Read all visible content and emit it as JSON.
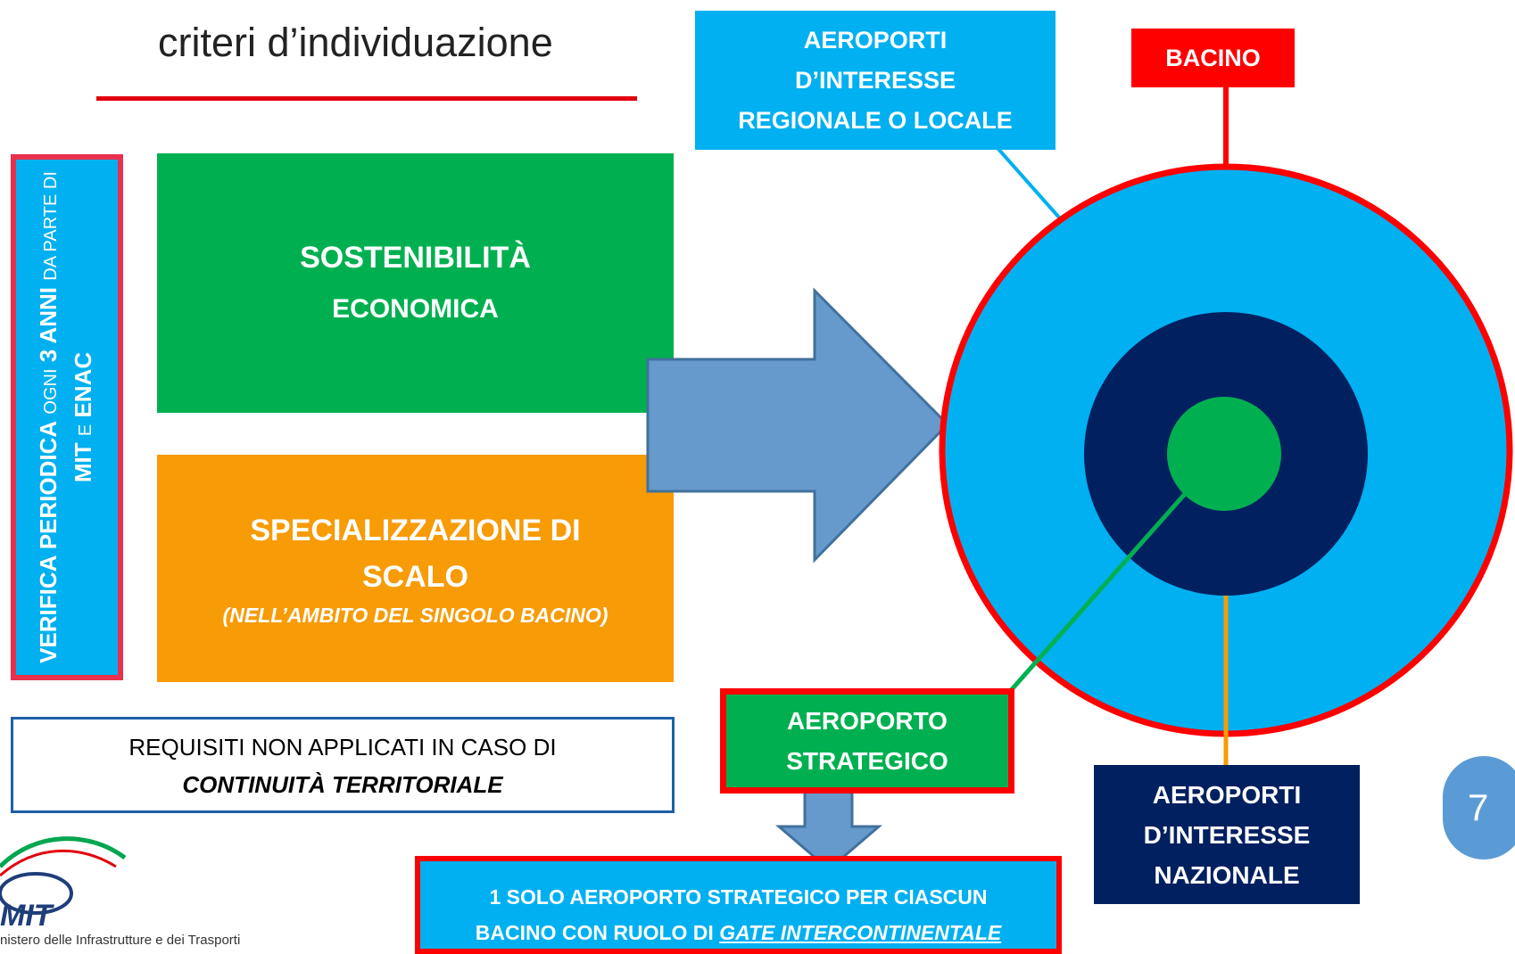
{
  "title": "criteri d’individuazione",
  "vertical_box": {
    "part1_bold": "VERIFICA PERIODICA",
    "part2": "OGNI",
    "part3_bold": "3 ANNI",
    "part4": "DA PARTE DI",
    "part5_bold": "MIT",
    "part6": "E",
    "part7_bold": "ENAC"
  },
  "green_box": {
    "line1": "SOSTENIBILITÀ",
    "line2": "ECONOMICA"
  },
  "orange_box": {
    "line1": "SPECIALIZZAZIONE DI",
    "line2": "SCALO",
    "sub": "(NELL’AMBITO DEL SINGOLO BACINO)"
  },
  "requirements_box": {
    "line1": "REQUISITI NON APPLICATI IN CASO DI",
    "line2": "CONTINUITÀ TERRITORIALE"
  },
  "labels": {
    "regional": [
      "AEROPORTI",
      "D’INTERESSE",
      "REGIONALE O LOCALE"
    ],
    "bacino": "BACINO",
    "strategic": [
      "AEROPORTO",
      "STRATEGICO"
    ],
    "national": [
      "AEROPORTI",
      "D’INTERESSE",
      "NAZIONALE"
    ],
    "one_strategic_line1": "1 SOLO AEROPORTO STRATEGICO PER CIASCUN",
    "one_strategic_line2_prefix": "BACINO CON RUOLO DI",
    "one_strategic_line2_link": "GATE INTERCONTINENTALE"
  },
  "page_number": "7",
  "logo": {
    "text": "nistero delle Infrastrutture e dei Trasporti",
    "mark": "MIT"
  },
  "colors": {
    "red": "#ff0000",
    "light_blue": "#00b0f0",
    "navy": "#002060",
    "green": "#00b050",
    "orange": "#f79b06",
    "arrow_blue": "#6699cc",
    "arrow_border": "#41719c"
  }
}
